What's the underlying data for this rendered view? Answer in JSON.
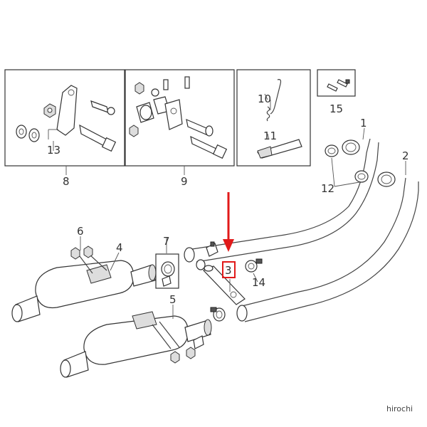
{
  "labels": {
    "l1": "1",
    "l2": "2",
    "l3": "3",
    "l4": "4",
    "l5": "5",
    "l6": "6",
    "l7": "7",
    "l8": "8",
    "l9": "9",
    "l10": "10",
    "l11": "11",
    "l12": "12",
    "l13": "13",
    "l14": "14",
    "l15": "15"
  },
  "watermark": "hirochi",
  "colors": {
    "highlight": "#e11a1a",
    "line": "#444444"
  }
}
